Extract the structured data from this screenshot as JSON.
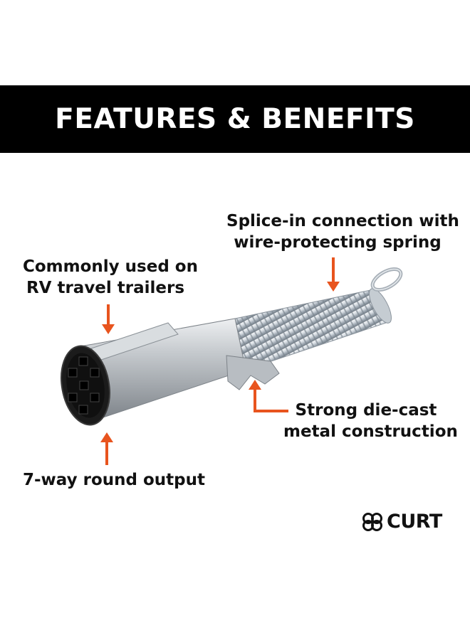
{
  "banner": {
    "title": "FEATURES & BENEFITS"
  },
  "callouts": {
    "rv_trailers": {
      "line1": "Commonly used on",
      "line2": "RV travel trailers"
    },
    "splice_in": {
      "line1": "Splice-in connection with",
      "line2": "wire-protecting spring"
    },
    "die_cast": {
      "line1": "Strong die-cast",
      "line2": "metal construction"
    },
    "output": {
      "line1": "7-way round output"
    }
  },
  "brand": {
    "name": "CURT"
  },
  "colors": {
    "banner_bg": "#000000",
    "banner_text": "#ffffff",
    "arrow": "#e8541e",
    "text": "#111111"
  },
  "icons": {
    "logo_mark": "interlocking-rings-icon"
  }
}
